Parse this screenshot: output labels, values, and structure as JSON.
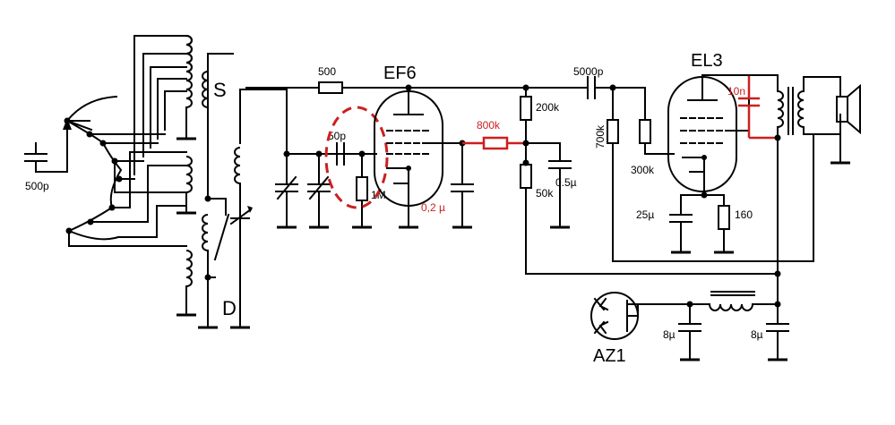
{
  "tubes": {
    "ef6": "EF6",
    "el3": "EL3",
    "az1": "AZ1"
  },
  "markers": {
    "s": "S",
    "d": "D"
  },
  "labels": {
    "c_500p": "500p",
    "r_500": "500",
    "c_50p": "50p",
    "r_1m": "1M",
    "c_02u": "0,2 µ",
    "r_800k": "800k",
    "r_200k": "200k",
    "r_50k": "50k",
    "c_05u": "0.5µ",
    "c_5000p": "5000p",
    "r_700k": "700k",
    "r_300k": "300k",
    "c_10n": "10n",
    "c_25u": "25µ",
    "r_160": "160",
    "c_8u_a": "8µ",
    "c_8u_b": "8µ"
  },
  "colors": {
    "wire": "#000000",
    "highlight": "#cc1f1f"
  }
}
